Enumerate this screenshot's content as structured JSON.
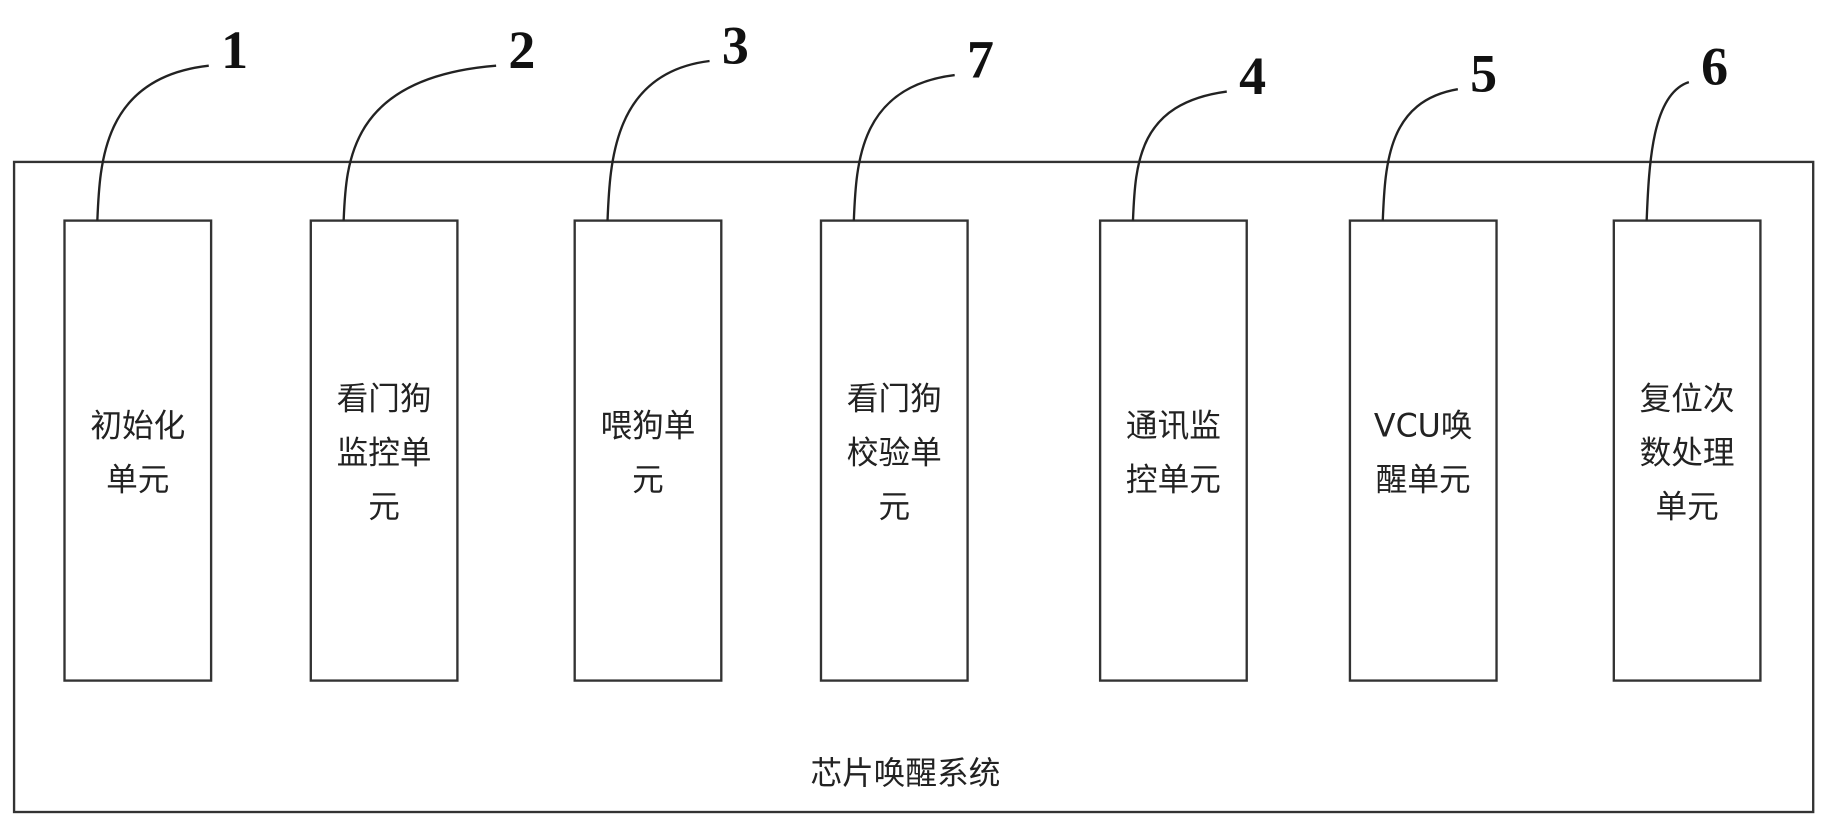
{
  "system_label": "芯片唤醒系统",
  "units": [
    {
      "ref": "1",
      "lines": [
        "初始化",
        "单元"
      ]
    },
    {
      "ref": "2",
      "lines": [
        "看门狗",
        "监控单",
        "元"
      ]
    },
    {
      "ref": "3",
      "lines": [
        "喂狗单",
        "元"
      ]
    },
    {
      "ref": "7",
      "lines": [
        "看门狗",
        "校验单",
        "元"
      ]
    },
    {
      "ref": "4",
      "lines": [
        "通讯监",
        "控单元"
      ]
    },
    {
      "ref": "5",
      "lines": [
        "VCU唤",
        "醒单元"
      ]
    },
    {
      "ref": "6",
      "lines": [
        "复位次",
        "数处理",
        "单元"
      ]
    }
  ]
}
